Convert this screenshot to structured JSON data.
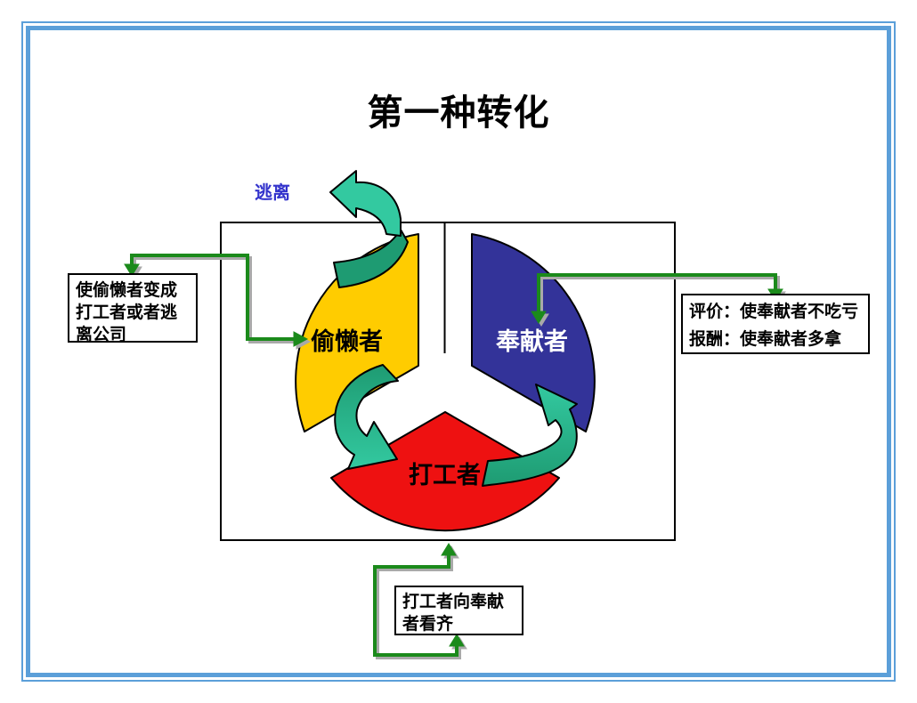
{
  "title": "第一种转化",
  "escape_label": "逃离",
  "diagram": {
    "slices": [
      {
        "name": "slacker",
        "label": "偷懒者",
        "color": "#FFCC00",
        "text_color": "#000000"
      },
      {
        "name": "contributor",
        "label": "奉献者",
        "color": "#333399",
        "text_color": "#FFFFFF"
      },
      {
        "name": "worker",
        "label": "打工者",
        "color": "#EE1111",
        "text_color": "#000000"
      }
    ],
    "cycle_arrow_light": "#33C9A0",
    "cycle_arrow_dark": "#1E9B72"
  },
  "annotations": {
    "left_box": "使偷懒者变成打工者或者逃离公司",
    "right_box": [
      "评价：使奉献者不吃亏",
      "报酬：使奉献者多拿"
    ],
    "bottom_box": "打工者向奉献者看齐"
  },
  "colors": {
    "slide_border": "#5B9FD9",
    "frame_stroke": "#000000",
    "connector_green": "#1B8A1B",
    "connector_shadow": "#A9A9A9",
    "escape_label_blue": "#3333CC"
  }
}
